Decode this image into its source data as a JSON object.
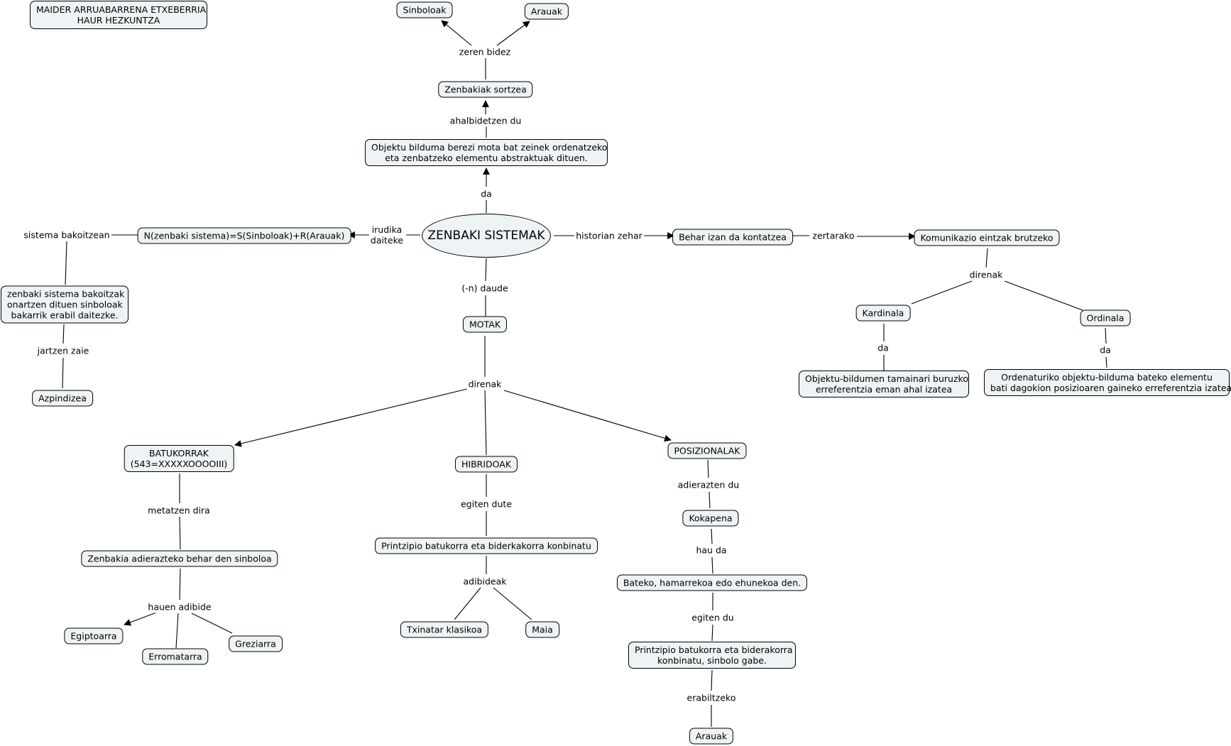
{
  "nodes": {
    "author": "MAIDER ARRUABARRENA ETXEBERRIA\nHAUR HEZKUNTZA",
    "sinboloak": "Sinboloak",
    "arauak_top": "Arauak",
    "zenbakiak_sortzea": "Zenbakiak sortzea",
    "objektu_bilduma": "Objektu bilduma berezi mota bat zeinek ordenatzeko\neta zenbatzeko elementu abstraktuak dituen.",
    "main": "ZENBAKI SISTEMAK",
    "formula": "N(zenbaki sistema)=S(Sinboloak)+R(Arauak)",
    "zenbaki_sistema_bakoitzak": "zenbaki sistema bakoitzak\nonartzen dituen sinboloak\nbakarrik erabil daitezke.",
    "azpindizea": "Azpindizea",
    "behar_izan": "Behar izan da kontatzea",
    "komunikazio": "Komunikazio eintzak brutzeko",
    "kardinala": "Kardinala",
    "ordinala": "Ordinala",
    "objektu_bildumen": "Objektu-bildumen tamainari buruzko\nerreferentzia eman ahal izatea",
    "ordenaturiko": "Ordenaturiko objektu-bilduma bateko elementu\nbati dagokion posizioaren gaineko erreferentzia izatea.",
    "motak": "MOTAK",
    "batukorrak": "BATUKORRAK\n(543=XXXXXOOOOIII)",
    "hibridoak": "HIBRIDOAK",
    "posizionalak": "POSIZIONALAK",
    "zenbakia_adierazteko": "Zenbakia adierazteko behar den sinboloa",
    "egiptoarra": "Egiptoarra",
    "erromatarra": "Erromatarra",
    "greziarra": "Greziarra",
    "printzipio_hibrido": "Printzipio batukorra eta biderkakorra konbinatu",
    "txinatar": "Txinatar klasikoa",
    "maia": "Maia",
    "kokapena": "Kokapena",
    "bateko": "Bateko, hamarrekoa edo ehunekoa den.",
    "printzipio_posizional": "Printzipio batukorra eta biderakorra\nkonbinatu, sinbolo gabe.",
    "arauak_bottom": "Arauak"
  },
  "links": {
    "zeren_bidez": "zeren bidez",
    "ahalbidetzen_du": "ahalbidetzen du",
    "da_top": "da",
    "irudika_daiteke": "irudika\ndaiteke",
    "sistema_bakoitzean": "sistema bakoitzean",
    "jartzen_zaie": "jartzen zaie",
    "historian_zehar": "historian zehar",
    "zertarako": "zertarako",
    "direnak_right": "direnak",
    "da_kardinala": "da",
    "da_ordinala": "da",
    "n_daude": "(-n) daude",
    "direnak_center": "direnak",
    "metatzen_dira": "metatzen dira",
    "hauen_adibide": "hauen adibide",
    "egiten_dute": "egiten dute",
    "adibideak": "adibideak",
    "adierazten_du": "adierazten du",
    "hau_da": "hau da",
    "egiten_du": "egiten du",
    "erabiltzeko": "erabiltzeko"
  }
}
